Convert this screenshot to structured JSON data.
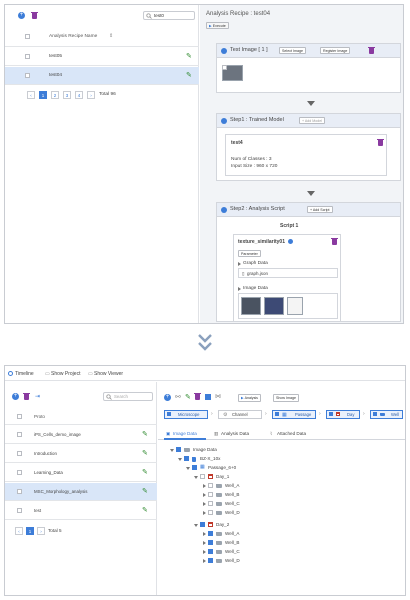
{
  "top": {
    "search_value": "test0",
    "list_header": "Analysis Recipe Name",
    "rows": [
      "test05",
      "test04"
    ],
    "pages": [
      "1",
      "2",
      "3",
      "4"
    ],
    "total": "Total 96",
    "title": "Analysis Recipe : test04",
    "execute_label": "Execute",
    "test_image": {
      "title": "Test Image [ 1 ]",
      "select_label": "Select Image",
      "register_label": "Register Image"
    },
    "step1": {
      "title": "Step1 : Trained Model",
      "add_label": "Add Model",
      "model_name": "test4",
      "classes": "Num of Classes : 3",
      "input_size": "Input Size : 960 x 720"
    },
    "step2": {
      "title": "Step2 : Analysis Script",
      "add_label": "Add Script",
      "script_header": "Script 1",
      "script_name": "texture_similarity01",
      "parameter_label": "Parameter",
      "graph_data_label": "Graph Data",
      "graph_file": "graph.json",
      "image_data_label": "Image Data"
    }
  },
  "bottom": {
    "toolbar": {
      "timeline": "Timeline",
      "show_project": "Show Project",
      "show_viewer": "Show Viewer"
    },
    "search_placeholder": "Search",
    "list_header": "Proto",
    "rows": [
      "iPS_Cells_demo_image",
      "Introduction",
      "Learning_Data",
      "MSC_Morphology_analysis",
      "test"
    ],
    "total": "Total 5",
    "page": "1",
    "analysis_label": "Analysis",
    "show_image_label": "Show Image",
    "breadcrumbs": [
      "Microscope",
      "Channel",
      "Passage",
      "Day",
      "Well"
    ],
    "tabs": [
      "Image Data",
      "Analysis Data",
      "Attached Data"
    ],
    "tree": [
      "Image Data",
      "BZ-X_10x",
      "Passage_6+0",
      "Day_1",
      "Well_A",
      "Well_B",
      "Well_C",
      "Well_D",
      "Day_2",
      "Well_A",
      "Well_B",
      "Well_C",
      "Well_D"
    ]
  },
  "colors": {
    "accent": "#3d7dd8",
    "edit": "#2f8a2f",
    "delete": "#8a3aa0",
    "card_header": "#e8edf6"
  }
}
